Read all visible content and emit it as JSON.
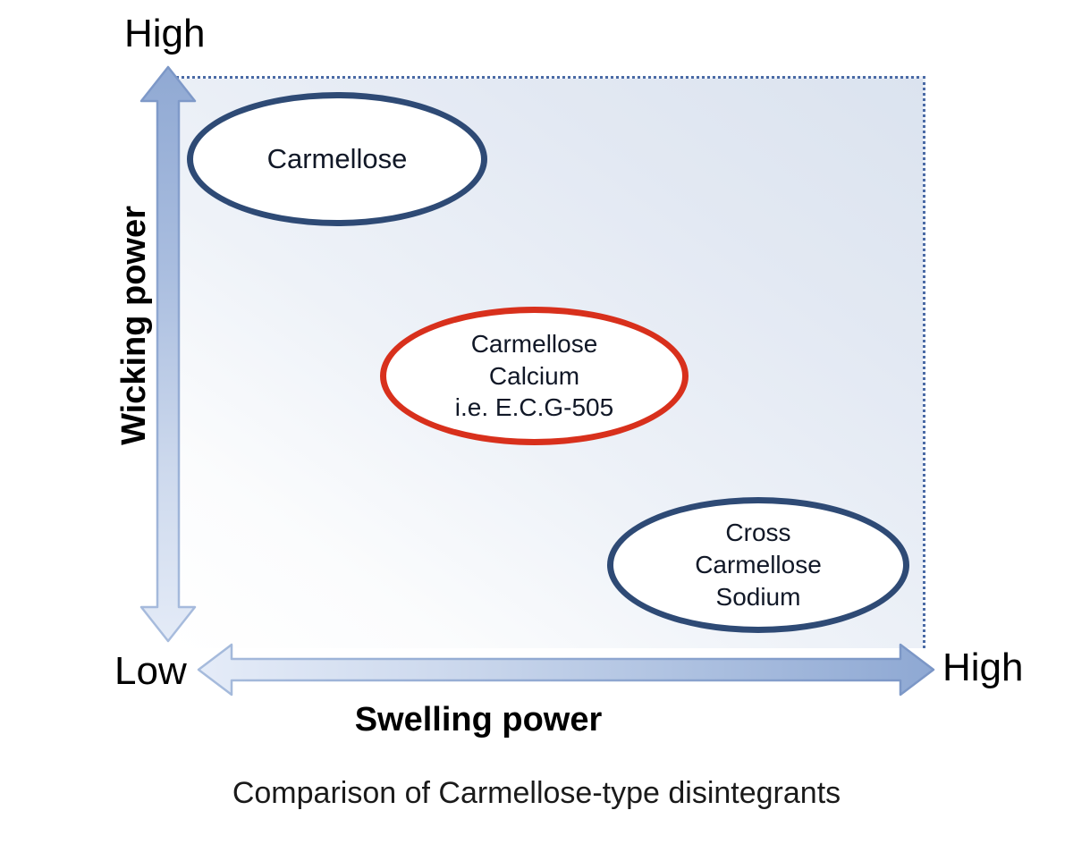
{
  "chart_data": {
    "type": "scatter",
    "title": "Comparison of Carmellose-type disintegrants",
    "xlabel": "Swelling power",
    "ylabel": "Wicking power",
    "x_axis": {
      "low_label": "Low",
      "high_label": "High",
      "direction": "bidirectional"
    },
    "y_axis": {
      "low_label": "",
      "high_label": "High",
      "direction": "bidirectional"
    },
    "grid": false,
    "legend": "none",
    "items": [
      {
        "name": "Carmellose",
        "lines": [
          "Carmellose"
        ],
        "swelling_power": "low",
        "wicking_power": "high",
        "border_color": "#2e4a75",
        "x_norm": 0.14,
        "y_norm": 0.86
      },
      {
        "name": "Carmellose Calcium",
        "lines": [
          "Carmellose",
          "Calcium",
          "i.e. E.C.G-505"
        ],
        "swelling_power": "medium",
        "wicking_power": "medium",
        "border_color": "#d8301c",
        "x_norm": 0.5,
        "y_norm": 0.5
      },
      {
        "name": "Cross Carmellose Sodium",
        "lines": [
          "Cross",
          "Carmellose",
          "Sodium"
        ],
        "swelling_power": "high",
        "wicking_power": "low",
        "border_color": "#2e4a75",
        "x_norm": 0.86,
        "y_norm": 0.14
      }
    ]
  },
  "diagram": {
    "caption": "Comparison of Carmellose-type disintegrants",
    "axes": {
      "y_title": "Wicking power",
      "x_title": "Swelling power",
      "y_top_label": "High",
      "x_left_label": "Low",
      "x_right_label": "High"
    },
    "bubbles": {
      "carmellose": {
        "line1": "Carmellose"
      },
      "carmellose_calcium": {
        "line1": "Carmellose",
        "line2": "Calcium",
        "line3": "i.e. E.C.G-505"
      },
      "croscarmellose_sodium": {
        "line1": "Cross",
        "line2": "Carmellose",
        "line3": "Sodium"
      }
    },
    "colors": {
      "navy_outline": "#2e4a75",
      "red_outline": "#d8301c",
      "arrow_blue": "#8fa9d4",
      "dotted_border": "#4a6aa5",
      "panel_tint": "#e2e8f1"
    }
  }
}
